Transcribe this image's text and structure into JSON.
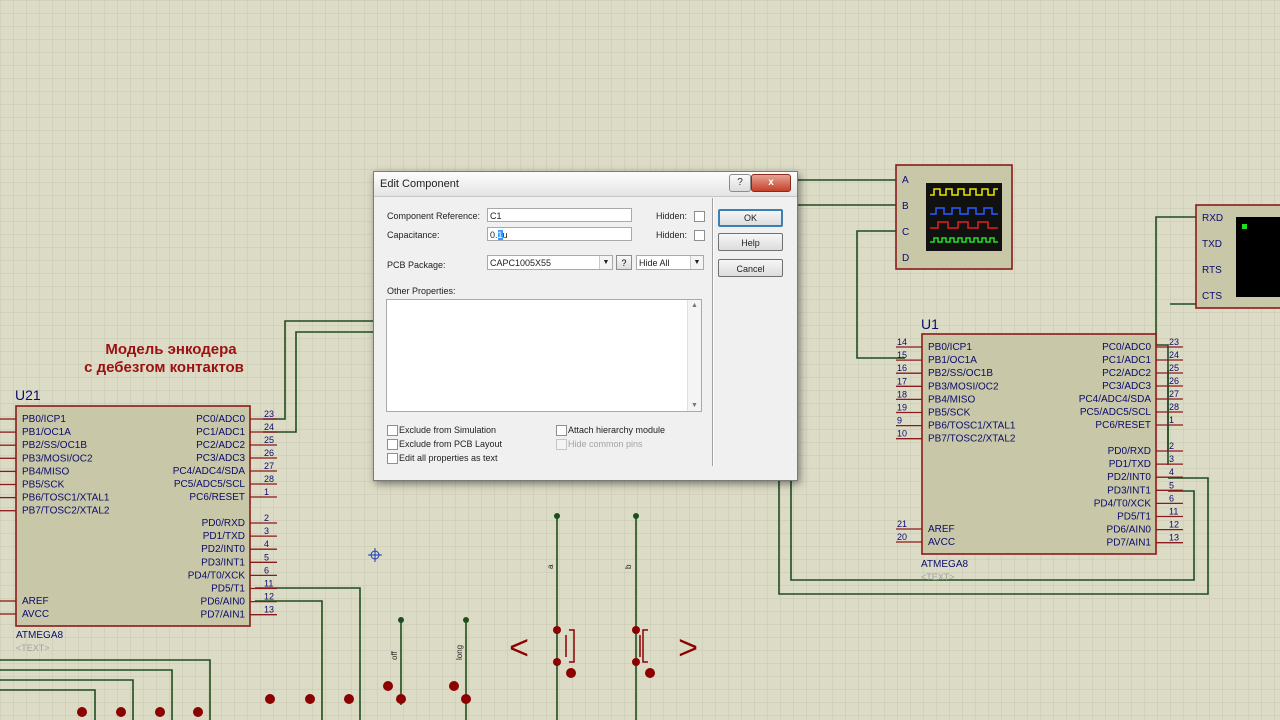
{
  "colors": {
    "background": "#dcdcc4",
    "grid": "#c5c5ad",
    "wire": "#1f4f1f",
    "component_body": "#c8c8a8",
    "component_border": "#8b1a1a",
    "pin_text": "#0b0b6b",
    "annotation": "#9b1010",
    "junction": "#8b0000"
  },
  "annotation": {
    "line1": "Модель энкодера",
    "line2": "с дебезгом контактов"
  },
  "u21": {
    "ref": "U21",
    "part": "ATMEGA8",
    "text_tag": "<TEXT>",
    "left_pins": [
      "PB0/ICP1",
      "PB1/OC1A",
      "PB2/SS/OC1B",
      "PB3/MOSI/OC2",
      "PB4/MISO",
      "PB5/SCK",
      "PB6/TOSC1/XTAL1",
      "PB7/TOSC2/XTAL2"
    ],
    "left_bottom": [
      "AREF",
      "AVCC"
    ],
    "right_pins": [
      {
        "name": "PC0/ADC0",
        "num": "23"
      },
      {
        "name": "PC1/ADC1",
        "num": "24"
      },
      {
        "name": "PC2/ADC2",
        "num": "25"
      },
      {
        "name": "PC3/ADC3",
        "num": "26"
      },
      {
        "name": "PC4/ADC4/SDA",
        "num": "27"
      },
      {
        "name": "PC5/ADC5/SCL",
        "num": "28"
      },
      {
        "name": "PC6/RESET",
        "num": "1"
      }
    ],
    "right_pins2": [
      {
        "name": "PD0/RXD",
        "num": "2"
      },
      {
        "name": "PD1/TXD",
        "num": "3"
      },
      {
        "name": "PD2/INT0",
        "num": "4"
      },
      {
        "name": "PD3/INT1",
        "num": "5"
      },
      {
        "name": "PD4/T0/XCK",
        "num": "6"
      },
      {
        "name": "PD5/T1",
        "num": "11"
      },
      {
        "name": "PD6/AIN0",
        "num": "12"
      },
      {
        "name": "PD7/AIN1",
        "num": "13"
      }
    ]
  },
  "u1": {
    "ref": "U1",
    "part": "ATMEGA8",
    "text_tag": "<TEXT>",
    "left_pins": [
      {
        "name": "PB0/ICP1",
        "num": "14"
      },
      {
        "name": "PB1/OC1A",
        "num": "15"
      },
      {
        "name": "PB2/SS/OC1B",
        "num": "16"
      },
      {
        "name": "PB3/MOSI/OC2",
        "num": "17"
      },
      {
        "name": "PB4/MISO",
        "num": "18"
      },
      {
        "name": "PB5/SCK",
        "num": "19"
      },
      {
        "name": "PB6/TOSC1/XTAL1",
        "num": "9"
      },
      {
        "name": "PB7/TOSC2/XTAL2",
        "num": "10"
      }
    ],
    "left_bottom": [
      {
        "name": "AREF",
        "num": "21"
      },
      {
        "name": "AVCC",
        "num": "20"
      }
    ],
    "right_pins": [
      {
        "name": "PC0/ADC0",
        "num": "23"
      },
      {
        "name": "PC1/ADC1",
        "num": "24"
      },
      {
        "name": "PC2/ADC2",
        "num": "25"
      },
      {
        "name": "PC3/ADC3",
        "num": "26"
      },
      {
        "name": "PC4/ADC4/SDA",
        "num": "27"
      },
      {
        "name": "PC5/ADC5/SCL",
        "num": "28"
      },
      {
        "name": "PC6/RESET",
        "num": "1"
      }
    ],
    "right_pins2": [
      {
        "name": "PD0/RXD",
        "num": "2"
      },
      {
        "name": "PD1/TXD",
        "num": "3"
      },
      {
        "name": "PD2/INT0",
        "num": "4"
      },
      {
        "name": "PD3/INT1",
        "num": "5"
      },
      {
        "name": "PD4/T0/XCK",
        "num": "6"
      },
      {
        "name": "PD5/T1",
        "num": "11"
      },
      {
        "name": "PD6/AIN0",
        "num": "12"
      },
      {
        "name": "PD7/AIN1",
        "num": "13"
      }
    ]
  },
  "oscilloscope": {
    "channels": [
      "A",
      "B",
      "C",
      "D"
    ]
  },
  "terminal": {
    "pins": [
      "RXD",
      "TXD",
      "RTS",
      "CTS"
    ]
  },
  "probe_labels": {
    "a": "a",
    "b": "b",
    "off": "off",
    "long": "long"
  },
  "arrows": {
    "left": "<",
    "right": ">"
  },
  "dialog": {
    "title": "Edit Component",
    "title_help": "?",
    "title_close": "x",
    "component_reference_label": "Component Reference:",
    "component_reference_value": "C1",
    "capacitance_label": "Capacitance:",
    "capacitance_value_pre": "0.",
    "capacitance_value_sel": "1",
    "capacitance_value_post": "u",
    "hidden_label": "Hidden:",
    "pcb_package_label": "PCB Package:",
    "pcb_package_value": "CAPC1005X55",
    "pcb_help": "?",
    "hide_all": "Hide All",
    "other_properties_label": "Other Properties:",
    "ok": "OK",
    "help": "Help",
    "cancel": "Cancel",
    "checkboxes": {
      "exclude_simulation": "Exclude from Simulation",
      "exclude_pcb": "Exclude from PCB Layout",
      "edit_all_props": "Edit all properties as text",
      "attach_hierarchy": "Attach hierarchy module",
      "hide_common_pins": "Hide common pins"
    }
  }
}
